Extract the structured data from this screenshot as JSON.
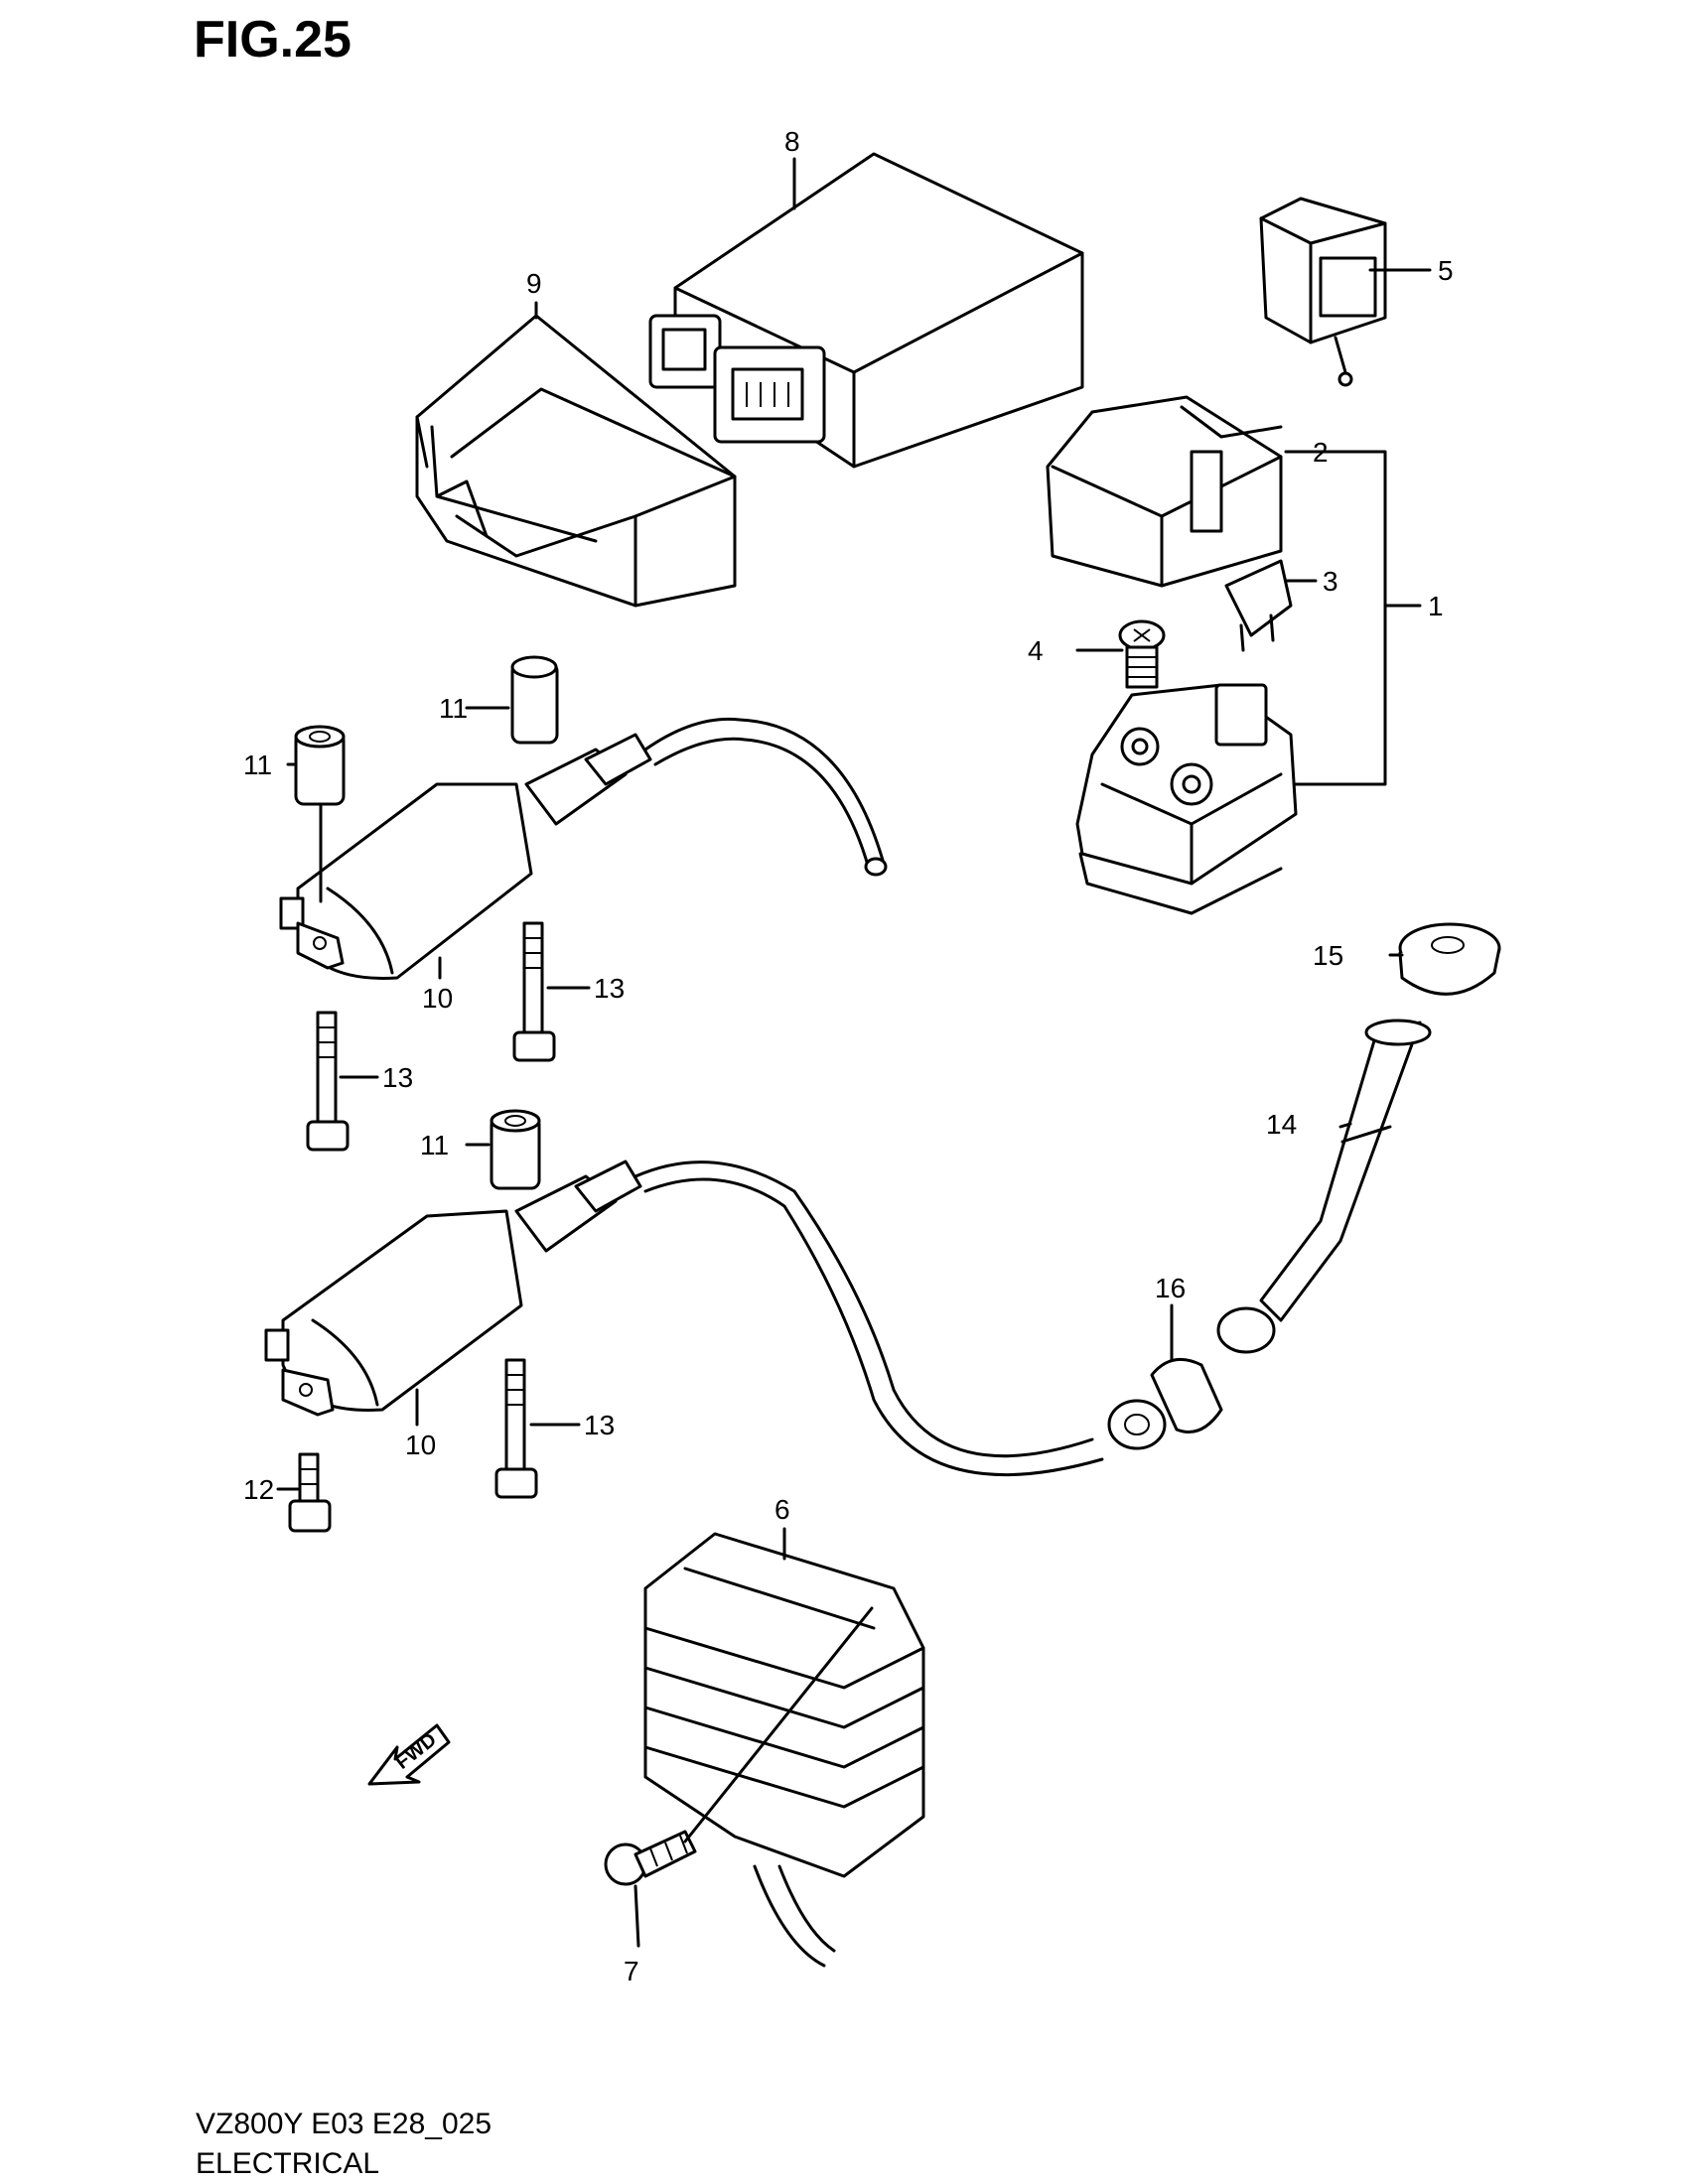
{
  "figure": {
    "title": "FIG.25",
    "model_code": "VZ800Y E03 E28_025",
    "section": "ELECTRICAL"
  },
  "direction_marker": {
    "label": "FWD",
    "icon": "fwd-arrow-icon"
  },
  "callouts": [
    {
      "id": "c1",
      "label": "1"
    },
    {
      "id": "c2",
      "label": "2"
    },
    {
      "id": "c3",
      "label": "3"
    },
    {
      "id": "c4",
      "label": "4"
    },
    {
      "id": "c5",
      "label": "5"
    },
    {
      "id": "c6",
      "label": "6"
    },
    {
      "id": "c7",
      "label": "7"
    },
    {
      "id": "c8",
      "label": "8"
    },
    {
      "id": "c9",
      "label": "9"
    },
    {
      "id": "c10a",
      "label": "10"
    },
    {
      "id": "c10b",
      "label": "10"
    },
    {
      "id": "c11a",
      "label": "11"
    },
    {
      "id": "c11b",
      "label": "11"
    },
    {
      "id": "c11c",
      "label": "11"
    },
    {
      "id": "c12",
      "label": "12"
    },
    {
      "id": "c13a",
      "label": "13"
    },
    {
      "id": "c13b",
      "label": "13"
    },
    {
      "id": "c13c",
      "label": "13"
    },
    {
      "id": "c14",
      "label": "14"
    },
    {
      "id": "c15",
      "label": "15"
    },
    {
      "id": "c16",
      "label": "16"
    }
  ]
}
